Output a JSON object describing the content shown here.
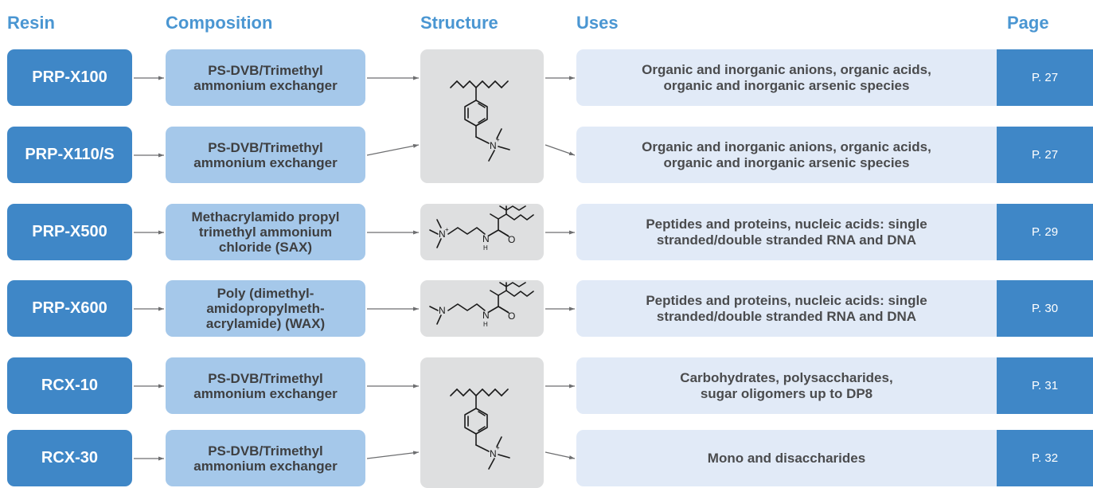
{
  "headers": {
    "resin": "Resin",
    "composition": "Composition",
    "structure": "Structure",
    "uses": "Uses",
    "page": "Page"
  },
  "rows": [
    {
      "resin": "PRP-X100",
      "composition": "PS-DVB/Trimethyl\nammonium exchanger",
      "uses": "Organic and inorganic anions, organic acids,\norganic and inorganic arsenic species",
      "page": "P. 27"
    },
    {
      "resin": "PRP-X110/S",
      "composition": "PS-DVB/Trimethyl\nammonium exchanger",
      "uses": "Organic and inorganic anions, organic acids,\norganic and inorganic arsenic species",
      "page": "P. 27"
    },
    {
      "resin": "PRP-X500",
      "composition": "Methacrylamido propyl\ntrimethyl ammonium\nchloride (SAX)",
      "uses": "Peptides and proteins, nucleic acids: single\nstranded/double stranded RNA and DNA",
      "page": "P. 29"
    },
    {
      "resin": "PRP-X600",
      "composition": "Poly (dimethyl-\namidopropylmeth-\nacrylamide) (WAX)",
      "uses": "Peptides and proteins, nucleic acids: single\nstranded/double stranded RNA and DNA",
      "page": "P. 30"
    },
    {
      "resin": "RCX-10",
      "composition": "PS-DVB/Trimethyl\nammonium exchanger",
      "uses": "Carbohydrates, polysaccharides,\nsugar oligomers up to DP8",
      "page": "P. 31"
    },
    {
      "resin": "RCX-30",
      "composition": "PS-DVB/Trimethyl\nammonium exchanger",
      "uses": "Mono and disaccharides",
      "page": "P. 32"
    }
  ],
  "structure_labels": {
    "nitrogen": "N",
    "plus": "+",
    "oxygen": "O",
    "amide_n": "N",
    "hydrogen": "H"
  },
  "colors": {
    "header": "#4a96d2",
    "resin_box": "#3f87c7",
    "composition_box": "#a5c8ea",
    "structure_box": "#dedfe0",
    "uses_box": "#e1eaf7",
    "page_box": "#3f87c7"
  }
}
